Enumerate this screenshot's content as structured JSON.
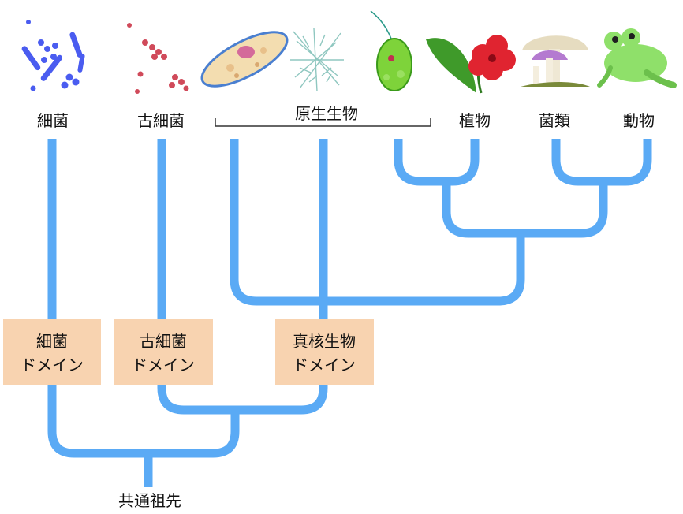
{
  "colors": {
    "branch": "#5aaaf5",
    "domain_box": "#f8d3b0",
    "bracket": "#333333"
  },
  "organisms": [
    {
      "label": "細菌",
      "icon": "bacteria-icon"
    },
    {
      "label": "古細菌",
      "icon": "archaea-icon"
    },
    {
      "label": "植物",
      "icon": "hibiscus-flower-icon"
    },
    {
      "label": "菌類",
      "icon": "mushroom-icon"
    },
    {
      "label": "動物",
      "icon": "frog-icon"
    }
  ],
  "protists": {
    "label": "原生生物",
    "icons": [
      "paramecium-icon",
      "mold-hyphae-icon",
      "euglena-icon"
    ]
  },
  "domains": [
    {
      "line1": "細菌",
      "line2": "ドメイン"
    },
    {
      "line1": "古細菌",
      "line2": "ドメイン"
    },
    {
      "line1": "真核生物",
      "line2": "ドメイン"
    }
  ],
  "root_label": "共通祖先"
}
